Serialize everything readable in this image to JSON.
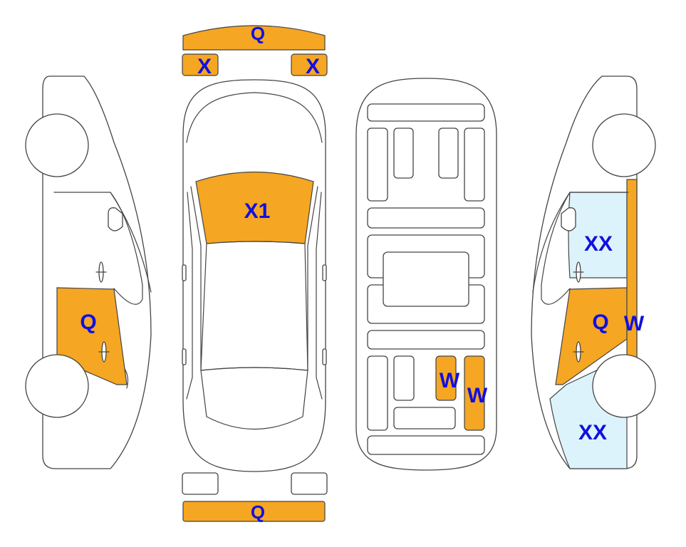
{
  "colors": {
    "damage": "#F5A623",
    "light_marked": "#DDF3FB",
    "label": "#1010E0",
    "outline": "#444444",
    "background": "#FFFFFF"
  },
  "top_view": {
    "front_bumper": "Q",
    "front_left_light": "X",
    "front_right_light": "X",
    "windshield": "X1",
    "rear_bumper": "Q"
  },
  "left_side": {
    "rear_door": "Q"
  },
  "underbody": {
    "panel_a": "W",
    "panel_b": "W"
  },
  "right_side": {
    "front_fender": "XX",
    "front_door": "Q",
    "pillar": "W",
    "rear_quarter": "XX"
  }
}
